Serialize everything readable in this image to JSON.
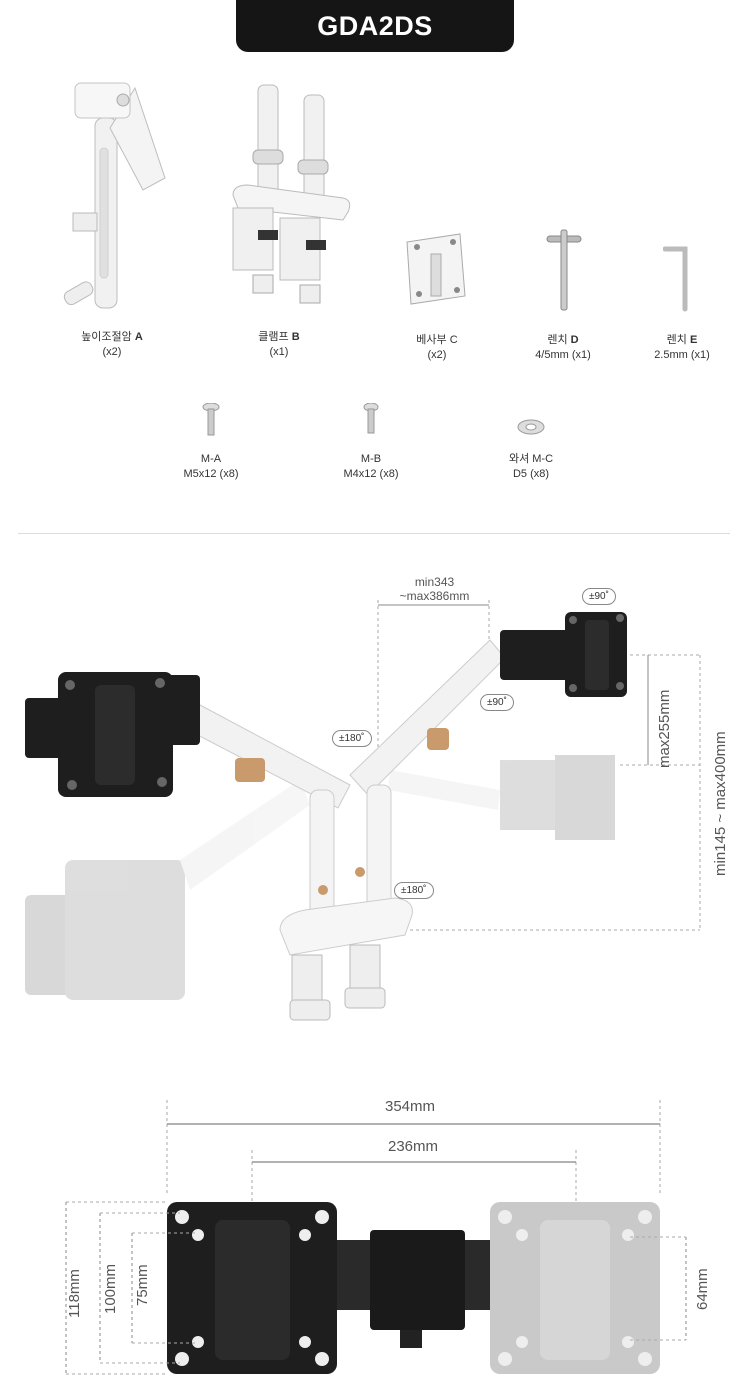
{
  "header": {
    "title": "GDA2DS"
  },
  "parts": [
    {
      "name": "높이조절암",
      "letter": "A",
      "qty": "(x2)"
    },
    {
      "name": "클램프",
      "letter": "B",
      "qty": "(x1)"
    },
    {
      "name": "베사부",
      "letter": "C",
      "qty": "(x2)"
    },
    {
      "name": "렌치",
      "letter": "D",
      "qty": "4/5mm (x1)"
    },
    {
      "name": "렌치",
      "letter": "E",
      "qty": "2.5mm (x1)"
    }
  ],
  "screws": [
    {
      "name": "M-A",
      "spec": "M5x12 (x8)"
    },
    {
      "name": "M-B",
      "spec": "M4x12 (x8)"
    },
    {
      "name": "와셔 M-C",
      "spec": "D5 (x8)"
    }
  ],
  "arm_dims": {
    "width_range_line1": "min343",
    "width_range_line2": "~max386mm",
    "rot_180_top": "±180˚",
    "rot_90_top": "±90˚",
    "rot_90_mid": "±90˚",
    "rot_180_bottom": "±180˚",
    "height_adjust": "max255mm",
    "height_range": "min145 ~ max400mm"
  },
  "plate_dims": {
    "overall_width": "354mm",
    "inner_width": "236mm",
    "h118": "118mm",
    "h100": "100mm",
    "h75": "75mm",
    "h64": "64mm"
  },
  "colors": {
    "header_bg": "#151515",
    "plate_dark": "#1e1e1e",
    "plate_light": "#c9c9c9",
    "accent_knob": "#c99a6b"
  }
}
